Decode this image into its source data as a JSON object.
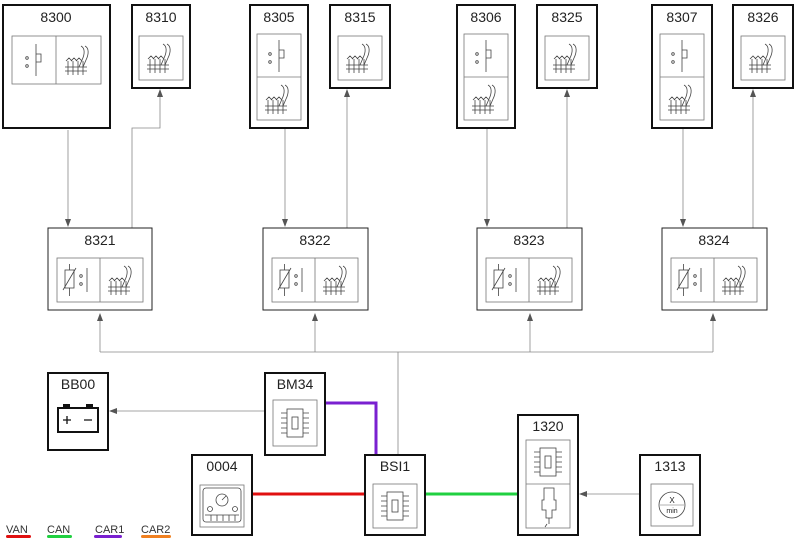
{
  "modules": {
    "m8300": "8300",
    "m8310": "8310",
    "m8305": "8305",
    "m8315": "8315",
    "m8306": "8306",
    "m8325": "8325",
    "m8307": "8307",
    "m8326": "8326",
    "m8321": "8321",
    "m8322": "8322",
    "m8323": "8323",
    "m8324": "8324",
    "bb00": "BB00",
    "bm34": "BM34",
    "bsi1": "BSI1",
    "m0004": "0004",
    "m1320": "1320",
    "m1313": "1313"
  },
  "icon_1313": {
    "top": "X",
    "bottom": "min"
  },
  "legend": [
    {
      "label": "VAN",
      "color": "#e01010"
    },
    {
      "label": "CAN",
      "color": "#20d040"
    },
    {
      "label": "CAR1",
      "color": "#7a20d0"
    },
    {
      "label": "CAR2",
      "color": "#f08020"
    }
  ]
}
